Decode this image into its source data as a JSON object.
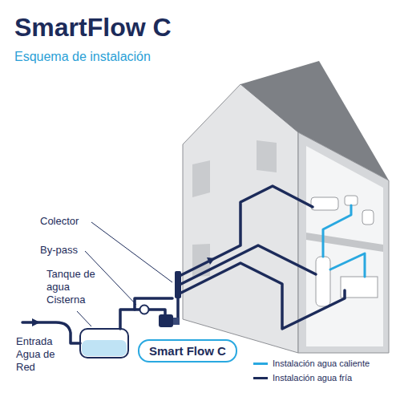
{
  "diagram": {
    "title": "SmartFlow C",
    "caption": "Esquema de instalación",
    "nodes": [
      {
        "text": [
          "Smart Flow C"
        ]
      }
    ],
    "labels": [
      "Colector",
      "By-pass",
      "Tanque de agua Cisterna",
      "Entrada Agua de Red"
    ],
    "legend": [
      {
        "text": "Instalación agua caliente"
      },
      {
        "text": "Instalación agua fría"
      }
    ]
  }
}
